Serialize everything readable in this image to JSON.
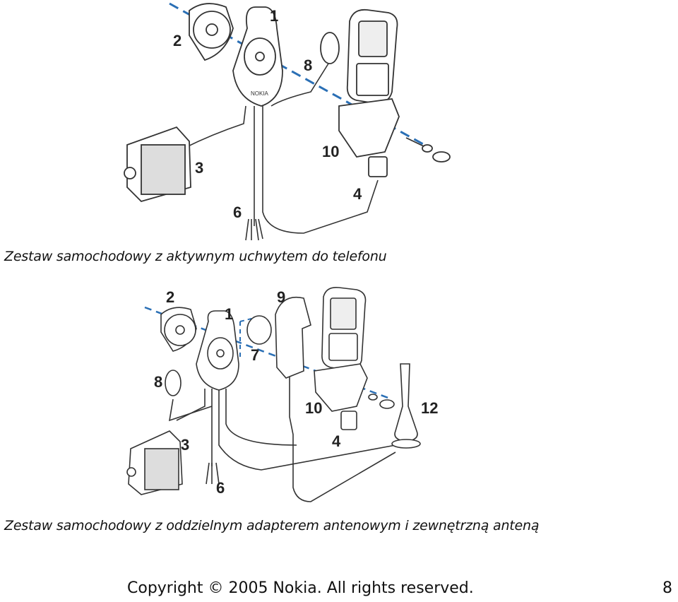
{
  "figure1": {
    "labels": {
      "l1": "1",
      "l2": "2",
      "l3": "3",
      "l4": "4",
      "l6": "6",
      "l8": "8",
      "l10": "10"
    },
    "caption": "Zestaw samochodowy z aktywnym uchwytem do telefonu"
  },
  "figure2": {
    "labels": {
      "l1": "1",
      "l2": "2",
      "l3": "3",
      "l4": "4",
      "l6": "6",
      "l7": "7",
      "l8": "8",
      "l9": "9",
      "l10": "10",
      "l12": "12"
    },
    "caption": "Zestaw samochodowy z oddzielnym adapterem antenowym i zewnętrzną anteną"
  },
  "footer": {
    "copyright": "Copyright © 2005 Nokia. All rights reserved.",
    "page_number": "8"
  },
  "colors": {
    "dash_line": "#2a6fb5",
    "line_art": "#333333"
  }
}
